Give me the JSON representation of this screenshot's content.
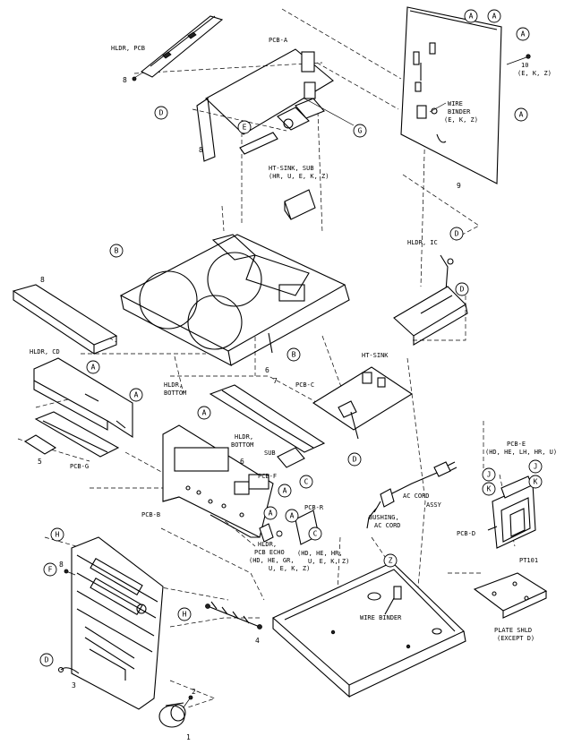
{
  "labels": {
    "hldr_pcb": "HLDR, PCB",
    "pcb_a": "PCB-A",
    "ht_sink_sub_1": "HT-SINK, SUB",
    "ht_sink_sub_2": "(HR, U, E, K, Z)",
    "wire_binder_top_1": "WIRE",
    "wire_binder_top_2": "BINDER",
    "wire_binder_top_3": "(E, K, Z)",
    "screw_10": "10",
    "screw_10_variants": "(E, K, Z)",
    "hldr_ic": "HLDR, IC",
    "ht_sink": "HT-SINK",
    "pcb_c": "PCB-C",
    "hldr_cd": "HLDR, CD",
    "hldr_bottom_1": "HLDR,",
    "hldr_bottom_2": "BOTTOM",
    "hldr_bottom_sub_1": "HLDR,",
    "hldr_bottom_sub_2": "BOTTOM",
    "hldr_bottom_sub_3": "SUB",
    "pcb_g": "PCB-G",
    "pcb_f": "PCB-F",
    "pcb_b": "PCB-B",
    "pcb_r": "PCB-R",
    "hldr_pcb_echo_1": "HLDR,",
    "hldr_pcb_echo_2": "PCB ECHO",
    "hldr_pcb_echo_3": "(HD, HE, GR,",
    "hldr_pcb_echo_4": "U, E, K, Z)",
    "variant_hd_he": "(HD, HE, HR,",
    "variant_hd_he_2": "U, E, K, Z)",
    "ac_cord_1": "AC CORD",
    "ac_cord_2": "ASSY",
    "bushing_1": "BUSHING,",
    "bushing_2": "AC CORD",
    "pcb_e_1": "PCB-E",
    "pcb_e_2": "(HD, HE, LH, HR, U)",
    "pcb_d": "PCB-D",
    "pt101": "PT101",
    "wire_binder_bottom": "WIRE BINDER",
    "plate_shld_1": "PLATE SHLD",
    "plate_shld_2": "(EXCEPT D)"
  },
  "refs": {
    "a": "A",
    "b": "B",
    "c": "C",
    "d": "D",
    "e": "E",
    "f": "F",
    "g": "G",
    "h": "H",
    "j": "J",
    "k": "K",
    "z": "Z"
  },
  "numbers": {
    "n1": "1",
    "n2": "2",
    "n3": "3",
    "n4": "4",
    "n5": "5",
    "n6": "6",
    "n7": "7",
    "n8": "8",
    "n9": "9"
  }
}
